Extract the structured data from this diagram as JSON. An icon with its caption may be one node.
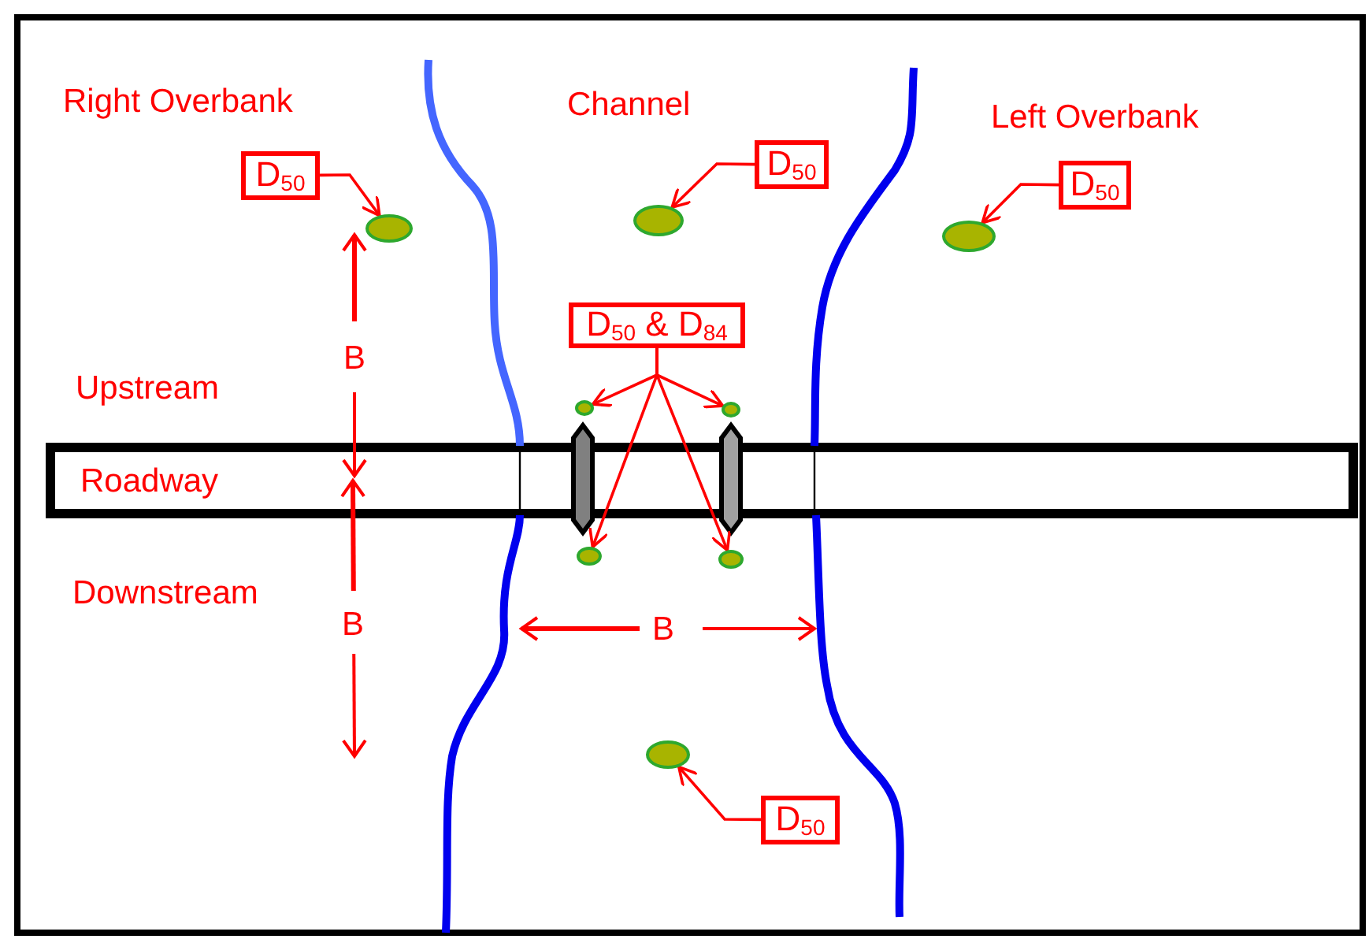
{
  "diagram": {
    "nodes": [
      {
        "text": [
          "D$_{50}$"
        ]
      },
      {
        "text": [],
        "shape": "circle"
      },
      {
        "text": [
          "D$_{50}$"
        ]
      },
      {
        "text": [],
        "shape": "circle"
      },
      {
        "text": [
          "D$_{50}$"
        ]
      },
      {
        "text": [],
        "shape": "circle"
      },
      {
        "text": [
          "D$_{50}$ & D$_{84}$"
        ]
      },
      {
        "text": [],
        "shape": "circle"
      },
      {
        "text": [],
        "shape": "circle"
      },
      {
        "text": [
          "Roadway"
        ]
      },
      {
        "text": [],
        "shape": "circle"
      },
      {
        "text": [],
        "shape": "circle"
      },
      {
        "text": [],
        "shape": "circle"
      },
      {
        "text": [
          "D$_{50}$"
        ]
      }
    ],
    "edges": [
      {
        "from": 0,
        "to": 1,
        "arrow": "to"
      },
      {
        "from": 2,
        "to": 3,
        "arrow": "to"
      },
      {
        "from": 4,
        "to": 5,
        "arrow": "to"
      },
      {
        "from": 6,
        "to": 7,
        "arrow": "to"
      },
      {
        "from": 6,
        "to": 8,
        "arrow": "to"
      },
      {
        "from": 6,
        "to": 10,
        "arrow": "to"
      },
      {
        "from": 6,
        "to": 11,
        "arrow": "to"
      },
      {
        "from": 13,
        "to": 12,
        "arrow": "to"
      }
    ],
    "labels": [
      "Right Overbank",
      "Channel",
      "Left Overbank",
      "B",
      "Upstream",
      "Downstream",
      "B",
      "B"
    ]
  }
}
